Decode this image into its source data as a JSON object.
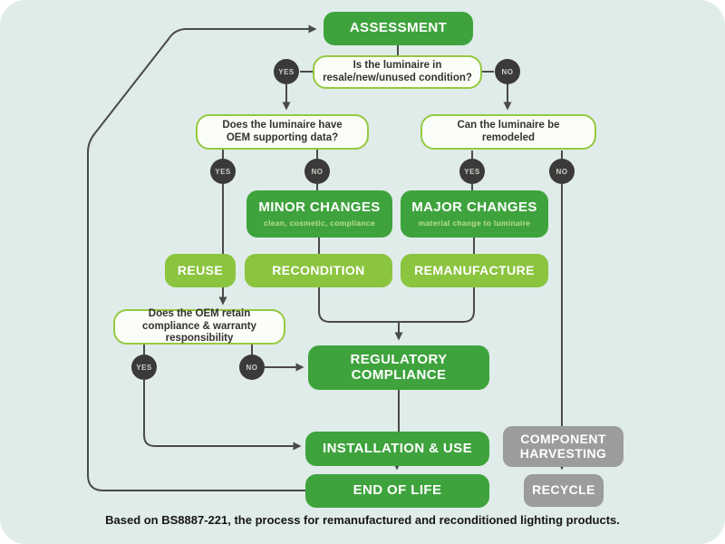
{
  "flowchart": {
    "nodes": {
      "assessment": "ASSESSMENT",
      "q_condition": "Is the luminaire in resale/new/unused condition?",
      "q_oem_data": "Does the luminaire have OEM supporting data?",
      "q_remodeled": "Can the luminaire be remodeled",
      "q_oem_retain": "Does the OEM retain compliance & warranty responsibility",
      "minor_changes": "MINOR CHANGES",
      "minor_changes_sub": "clean, cosmetic, compliance",
      "major_changes": "MAJOR CHANGES",
      "major_changes_sub": "material change to luminaire",
      "reuse": "REUSE",
      "recondition": "RECONDITION",
      "remanufacture": "REMANUFACTURE",
      "regulatory_compliance": "REGULATORY COMPLIANCE",
      "installation_use": "INSTALLATION & USE",
      "end_of_life": "END OF LIFE",
      "component_harvesting": "COMPONENT HARVESTING",
      "recycle": "RECYCLE"
    },
    "labels": {
      "yes": "YES",
      "no": "NO"
    },
    "caption": "Based on BS8887-221, the process for remanufactured and reconditioned lighting products.",
    "colors": {
      "panel_background": "#dfece9",
      "dark_green": "#3fa33d",
      "light_green": "#8bc43f",
      "question_border": "#94ca40",
      "gray_box": "#9c9c9a",
      "decision_circle": "#3b3a38",
      "connector_line": "#4a4a48"
    }
  }
}
